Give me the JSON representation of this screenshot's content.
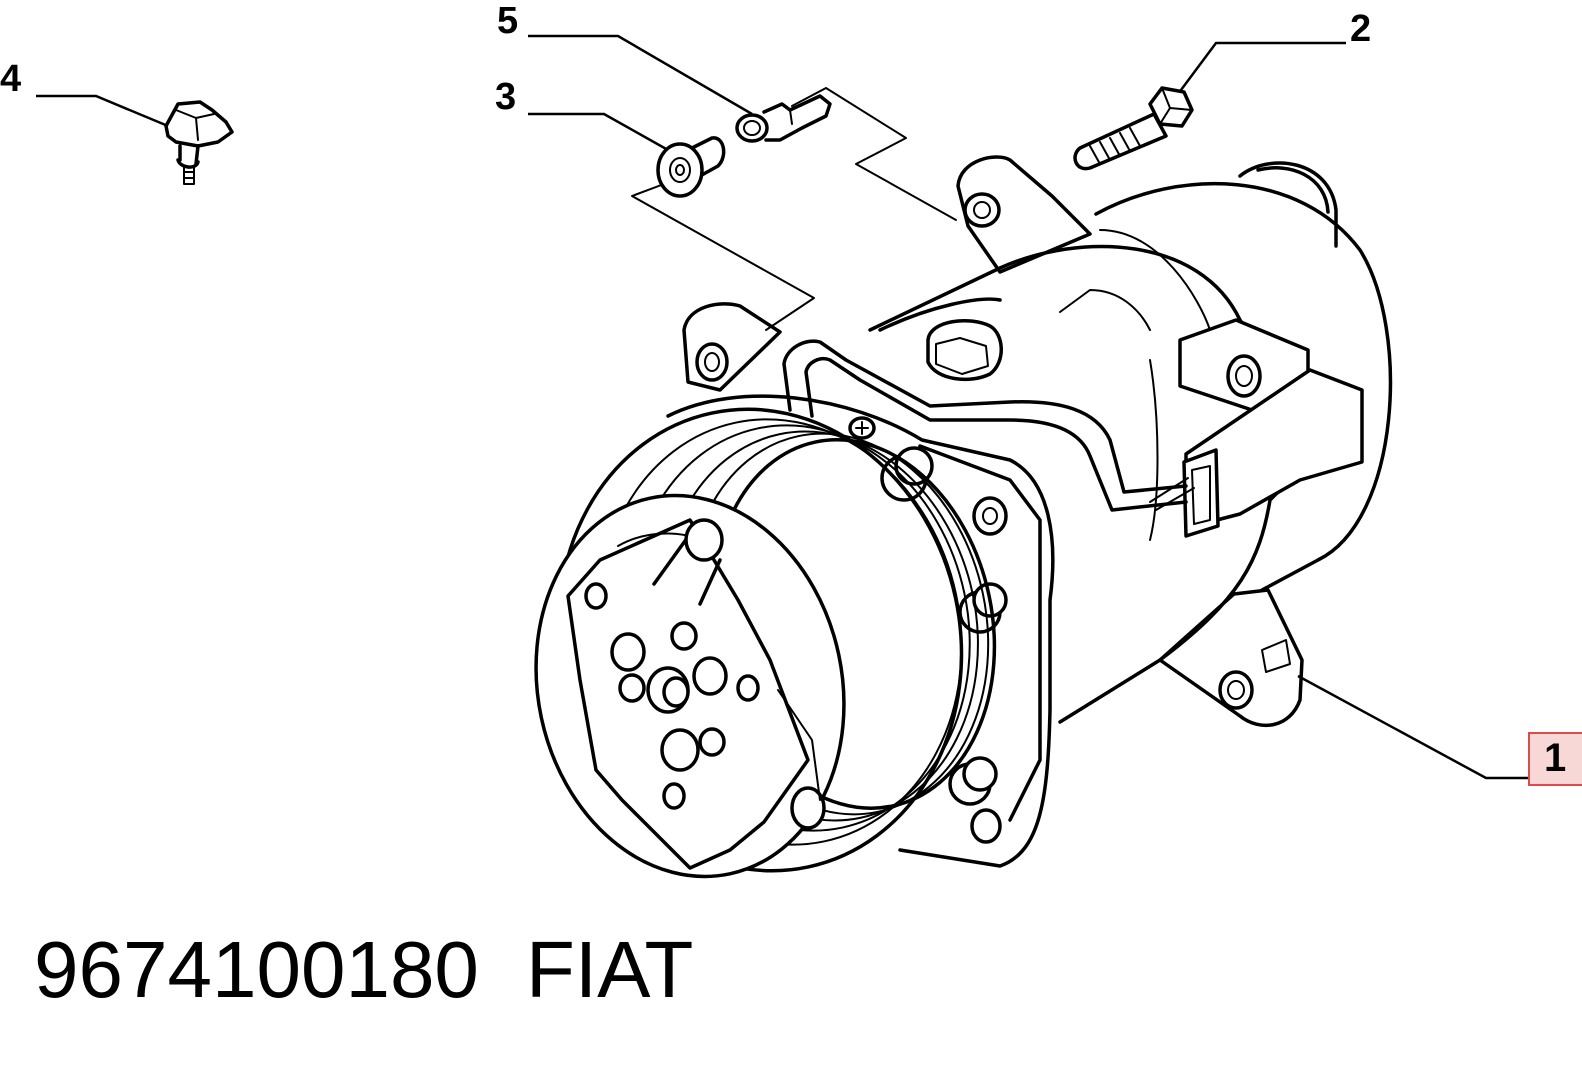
{
  "callouts": {
    "c1": "1",
    "c2": "2",
    "c3": "3",
    "c4": "4",
    "c5": "5"
  },
  "footer": {
    "part_number": "9674100180",
    "brand": "FIAT"
  },
  "highlight_color": "#e04a4a"
}
